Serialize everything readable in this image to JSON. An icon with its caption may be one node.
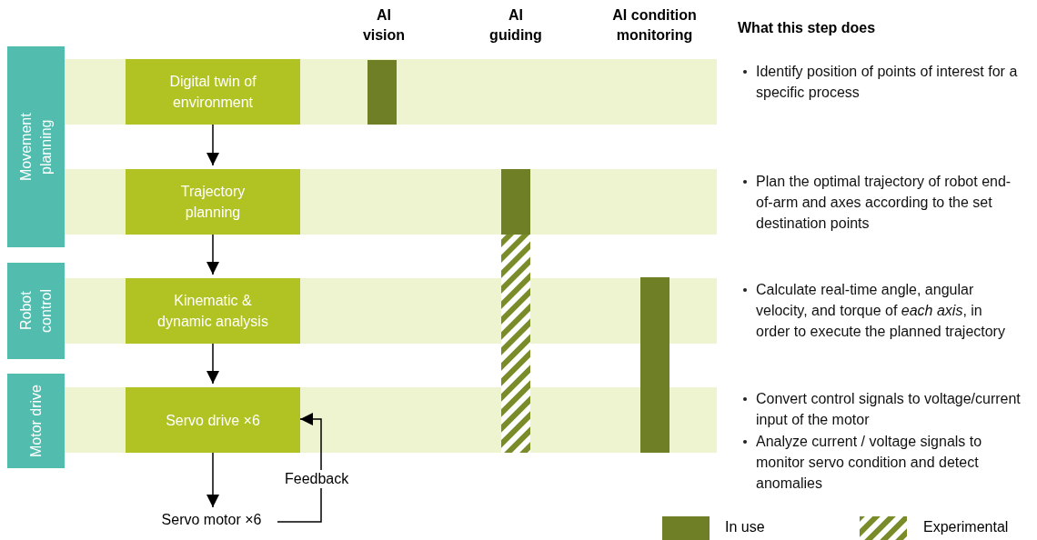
{
  "diagram": {
    "nodes": [
      {
        "text": [
          "Movement planning"
        ]
      },
      {
        "text": [
          "Digital twin of environment"
        ]
      },
      {
        "text": [
          "Trajectory planning"
        ]
      },
      {
        "text": [
          "Robot control"
        ]
      },
      {
        "text": [
          "Kinematic & dynamic analysis"
        ]
      },
      {
        "text": [
          "Motor drive"
        ]
      },
      {
        "text": [
          "Servo drive ×6"
        ]
      },
      {
        "text": [
          "Servo motor ×6"
        ]
      },
      {
        "text": [],
        "shape": "bar"
      },
      {
        "text": [],
        "shape": "bar"
      },
      {
        "text": [],
        "shape": "bar"
      },
      {
        "text": [],
        "shape": "bar"
      }
    ],
    "edges": [
      {
        "from": 1,
        "to": 2,
        "arrow": "to"
      },
      {
        "from": 2,
        "to": 4,
        "arrow": "to"
      },
      {
        "from": 4,
        "to": 6,
        "arrow": "to"
      },
      {
        "from": 6,
        "to": 7,
        "arrow": "to"
      },
      {
        "from": 7,
        "to": 6,
        "arrow": "to",
        "label": "Feedback"
      }
    ],
    "labels": [
      "AI vision",
      "AI guiding",
      "AI condition monitoring",
      "What this step does",
      "Identify position of points of interest for a specific process",
      "Plan the optimal trajectory of robot end-of-arm and axes according to the set destination points",
      "Calculate real-time angle, angular velocity, and torque of *each axis*, in order to execute the planned trajectory",
      "Convert control signals to voltage/current input of the motor",
      "Analyze current / voltage signals to monitor servo condition and detect anomalies"
    ],
    "legend": [
      {
        "text": "In use",
        "color": "#6e7f25"
      },
      {
        "text": "Experimental"
      }
    ]
  }
}
